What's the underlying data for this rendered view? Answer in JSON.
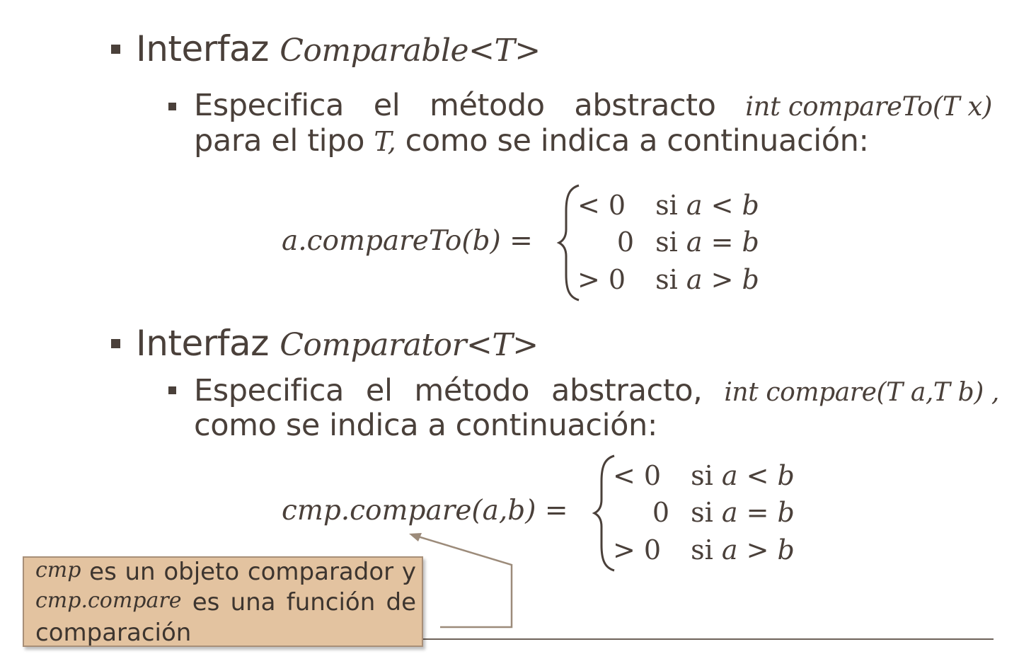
{
  "section1": {
    "label": "Interfaz",
    "type_name": "Comparable<T>",
    "desc_line1_words": [
      "Especifica",
      "el",
      "método",
      "abstracto"
    ],
    "desc_line1_math": "int compareTo(T x)",
    "desc_line2_pre": "para el tipo",
    "desc_line2_var": "T,",
    "desc_line2_post": "como se indica a continuación:",
    "formula_lhs": "a.compareTo(b) =",
    "cases": [
      {
        "value": "< 0",
        "cond_si": "si",
        "cond_a": "a",
        "cond_op": "<",
        "cond_b": "b"
      },
      {
        "value": "0",
        "cond_si": "si",
        "cond_a": "a",
        "cond_op": "=",
        "cond_b": "b"
      },
      {
        "value": "> 0",
        "cond_si": "si",
        "cond_a": "a",
        "cond_op": ">",
        "cond_b": "b"
      }
    ]
  },
  "section2": {
    "label": "Interfaz",
    "type_name": "Comparator<T>",
    "desc_line1_words": [
      "Especifica",
      "el",
      "método",
      "abstracto,"
    ],
    "desc_line1_math": "int compare(T a,T b) ,",
    "desc_line2": "como se indica a continuación:",
    "formula_lhs": "cmp.compare(a,b) =",
    "cases": [
      {
        "value": "< 0",
        "cond_si": "si",
        "cond_a": "a",
        "cond_op": "<",
        "cond_b": "b"
      },
      {
        "value": "0",
        "cond_si": "si",
        "cond_a": "a",
        "cond_op": "=",
        "cond_b": "b"
      },
      {
        "value": "> 0",
        "cond_si": "si",
        "cond_a": "a",
        "cond_op": ">",
        "cond_b": "b"
      }
    ]
  },
  "callout": {
    "line1_var": "cmp",
    "line1_words": [
      "es",
      "un",
      "objeto",
      "comparador",
      "y"
    ],
    "line2_var": "cmp.compare",
    "line2_words": [
      "es",
      "una",
      "función",
      "de"
    ],
    "line3": "comparación"
  },
  "colors": {
    "text": "#4a403a",
    "callout_fill": "#e3c3a0",
    "callout_border": "#a88f78",
    "arrow": "#9c8b7a"
  }
}
